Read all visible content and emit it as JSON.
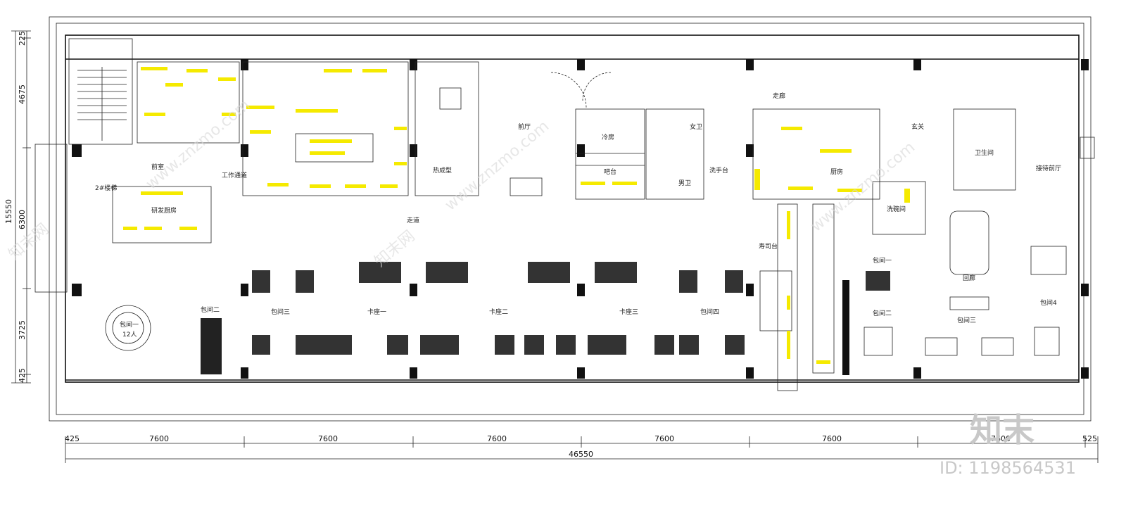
{
  "rooms": {
    "qianshi": "前室",
    "stair2": "2#楼梯",
    "gongzuo_tongdao": "工作通道",
    "yan_fa_chufang": "研发厨房",
    "chengpin_jian": "热成型",
    "qianting": "前厅",
    "lengfang": "冷房",
    "batai": "吧台",
    "nvwei": "女卫",
    "nanwei": "男卫",
    "xishoutai": "洗手台",
    "chufang": "厨房",
    "xuanguan": "玄关",
    "weishengjian": "卫生间",
    "xiwanjian": "洗碗间",
    "jiedai_canting": "接待前厅",
    "zoulang_top": "走廊",
    "zoulang_mid": "走道",
    "baojian_1": "包间一",
    "baojian_1_cap": "12人",
    "baojian_2": "包间二",
    "baojian_3": "包间三",
    "kazuo_1": "卡座一",
    "kazuo_2": "卡座二",
    "kazuo_3": "卡座三",
    "baojian_4": "包间四",
    "shousi_tai": "寿司台",
    "r_baojian_1": "包间一",
    "r_baojian_2": "包间二",
    "r_baojian_3": "包间三",
    "r_baojian_4": "包间4",
    "huiting": "回廊"
  },
  "dimensions": {
    "bottom_left_edge": "425",
    "bays": [
      "7600",
      "7600",
      "7600",
      "7600",
      "7600",
      "7600"
    ],
    "bottom_right_edge": "525",
    "total": "46550",
    "left_total": "15550",
    "left_segments": [
      "225",
      "4675",
      "6300",
      "3725",
      "425"
    ]
  },
  "watermark": {
    "logo": "知末",
    "id": "ID: 1198564531",
    "site": "www.znzmo.com",
    "site_cn": "知末网"
  }
}
